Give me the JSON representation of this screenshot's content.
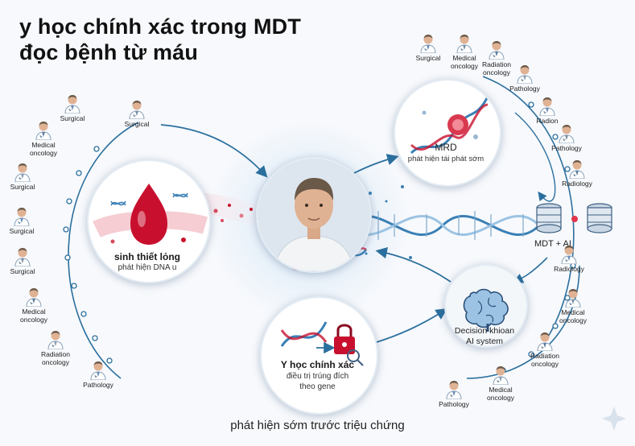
{
  "title_line1": "y học chính xác trong MDT",
  "title_line2": "đọc bệnh từ máu",
  "left_specialists": [
    "Surgical",
    "Surgical",
    "Medical oncology",
    "Surgical",
    "Surgical",
    "Surgical",
    "Medical oncology",
    "Radiation oncology",
    "Pathology"
  ],
  "top_right_specialists": [
    "Surgical",
    "Medical oncology",
    "Radiation oncology",
    "Pathology",
    "Radion",
    "Pathology",
    "Radiology"
  ],
  "right_specialists": [
    "Radiology",
    "Medical oncology",
    "Radiation oncology",
    "Medical oncology",
    "Pathology"
  ],
  "liquid_biopsy": {
    "title": "sinh thiết lỏng",
    "subtitle": "phát hiện DNA u"
  },
  "mrd": {
    "title": "MRD",
    "subtitle": "phát hiện tái phát sớm"
  },
  "mdt_ai": {
    "label": "MDT + AI"
  },
  "decision": {
    "line1": "Decision khioan",
    "line2": "AI system"
  },
  "precision": {
    "title": "Y học chính xác",
    "line1": "điều trị trúng đích",
    "line2": "theo gene"
  },
  "caption": "phát hiện sớm trước triệu chứng",
  "colors": {
    "arrow": "#2b6f9e",
    "blood": "#c8102e",
    "dna_blue": "#3a7fb5",
    "accent": "#2a4f7a"
  }
}
